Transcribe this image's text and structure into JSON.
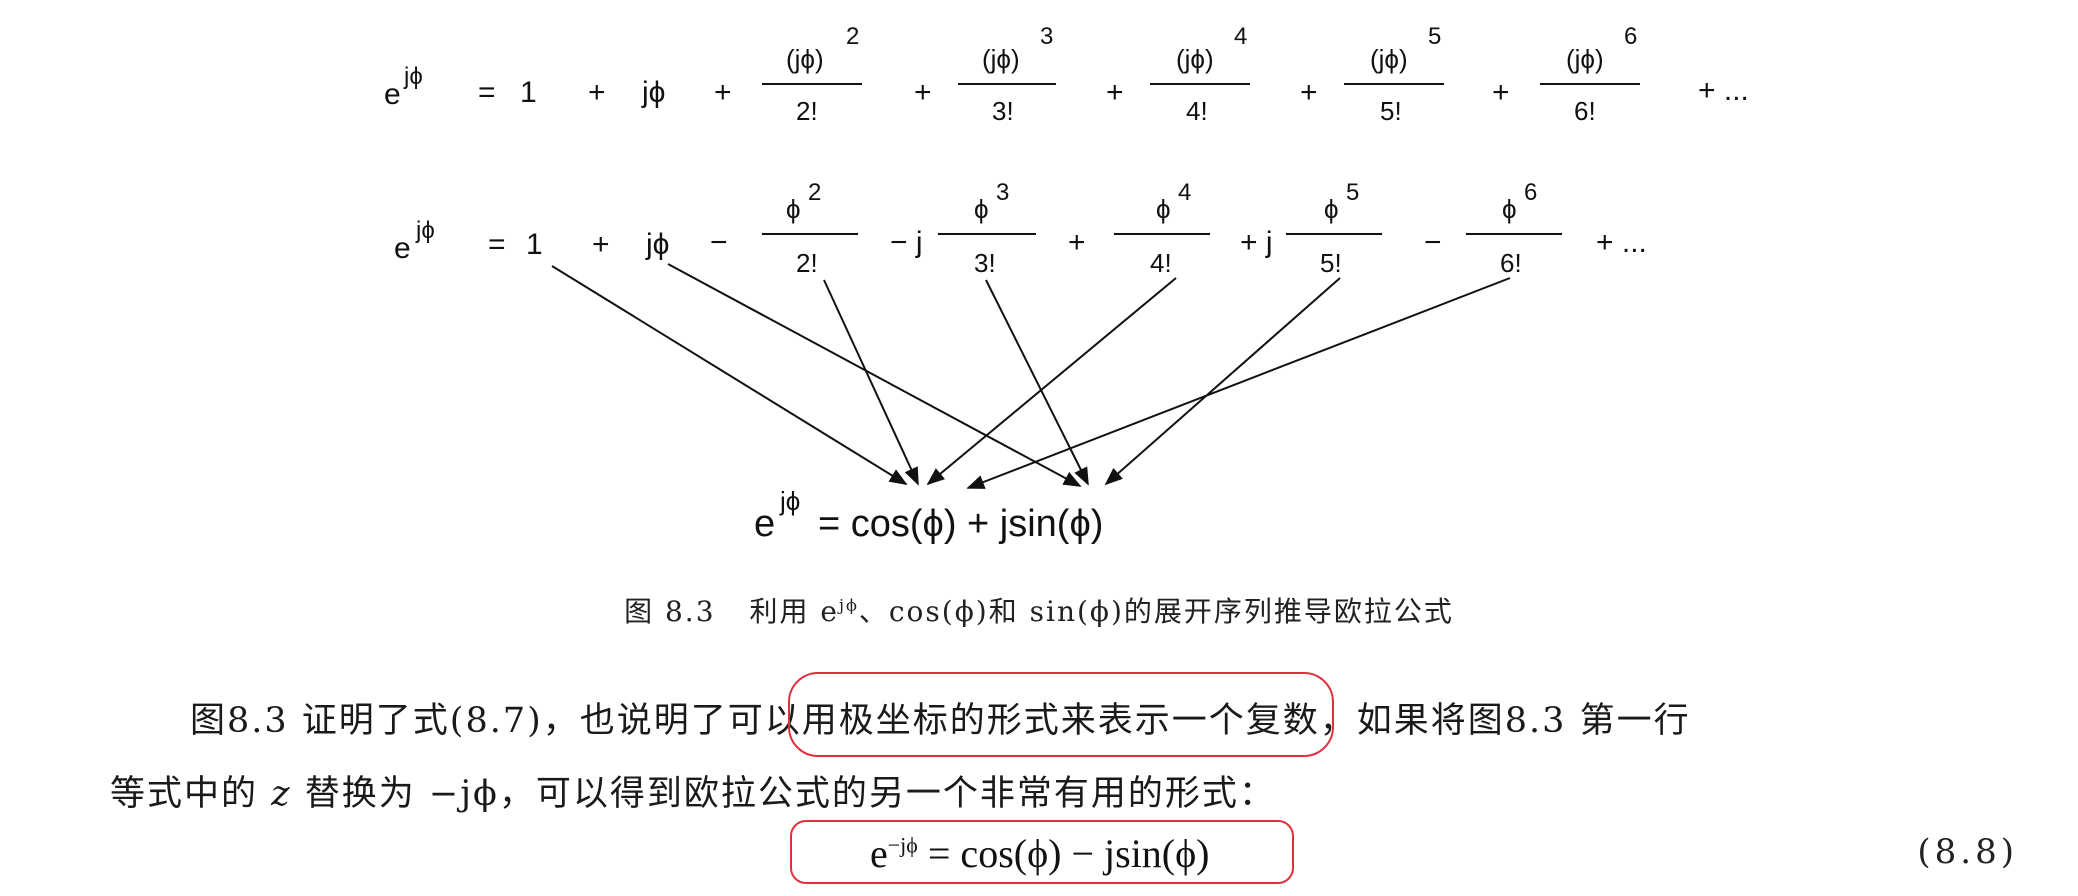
{
  "figure": {
    "row1": {
      "lhs_base": "e",
      "lhs_exp": "jϕ",
      "equals": "=",
      "one": "1",
      "plus": "+",
      "jphi": "jϕ",
      "terms": [
        {
          "num": "(jϕ)",
          "pow": "2",
          "den": "2!"
        },
        {
          "num": "(jϕ)",
          "pow": "3",
          "den": "3!"
        },
        {
          "num": "(jϕ)",
          "pow": "4",
          "den": "4!"
        },
        {
          "num": "(jϕ)",
          "pow": "5",
          "den": "5!"
        },
        {
          "num": "(jϕ)",
          "pow": "6",
          "den": "6!"
        }
      ],
      "tail": "+ ..."
    },
    "row2": {
      "lhs_base": "e",
      "lhs_exp": "jϕ",
      "equals": "=",
      "one": "1",
      "plus": "+",
      "jphi": "jϕ",
      "terms": [
        {
          "sign": "−",
          "num": "ϕ",
          "pow": "2",
          "den": "2!"
        },
        {
          "sign": "− j",
          "num": "ϕ",
          "pow": "3",
          "den": "3!"
        },
        {
          "sign": "+",
          "num": "ϕ",
          "pow": "4",
          "den": "4!"
        },
        {
          "sign": "+ j",
          "num": "ϕ",
          "pow": "5",
          "den": "5!"
        },
        {
          "sign": "−",
          "num": "ϕ",
          "pow": "6",
          "den": "6!"
        }
      ],
      "tail": "+ ..."
    },
    "result": {
      "lhs_base": "e",
      "lhs_exp": "jϕ",
      "rhs": "= cos(ϕ) + jsin(ϕ)"
    },
    "caption_label": "图 8.3",
    "caption_text_a": "利用 e",
    "caption_text_sup": "jϕ",
    "caption_text_b": "、cos(ϕ)和 sin(ϕ)的展开序列推导欧拉公式"
  },
  "paragraph": {
    "line1_a": "图8.3 证明了式(8.7)，也说明了可以",
    "line1_highlight": "用极坐标的形式来表示一个复数",
    "line1_b": "，如果将图8.3 第一行",
    "line2_a": "等式中的",
    "line2_z": "z",
    "line2_b": "替换为 −jϕ，可以得到欧拉公式的另一个非常有用的形式："
  },
  "equation_8_8": {
    "base": "e",
    "exp": "−jϕ",
    "rhs": " = cos(ϕ) − jsin(ϕ)",
    "number": "(8.8)"
  },
  "colors": {
    "annotation_red": "#e03040"
  }
}
